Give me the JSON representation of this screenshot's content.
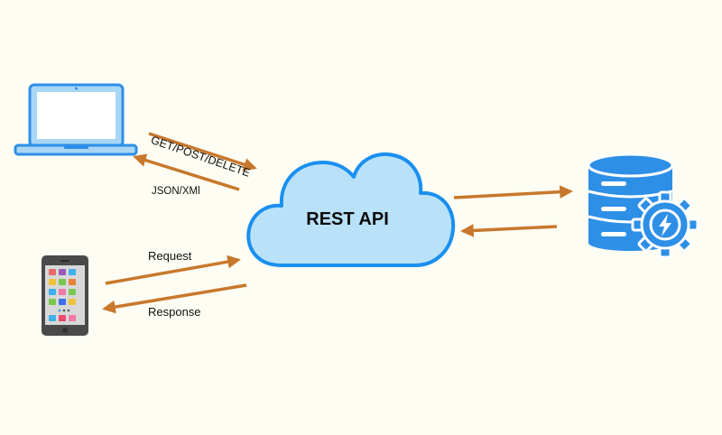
{
  "diagram": {
    "center_label": "REST API",
    "labels": {
      "laptop_request": "GET/POST/DELETE",
      "laptop_response": "JSON/XMl",
      "phone_request": "Request",
      "phone_response": "Response"
    },
    "nodes": [
      "laptop-icon",
      "smartphone-icon",
      "cloud-icon",
      "database-gear-icon"
    ],
    "colors": {
      "background": "#fdfdf3",
      "arrow": "#c8782c",
      "cloud_fill": "#b9e2f9",
      "cloud_stroke": "#1a8ff0",
      "device_blue": "#2d8fe6"
    }
  }
}
